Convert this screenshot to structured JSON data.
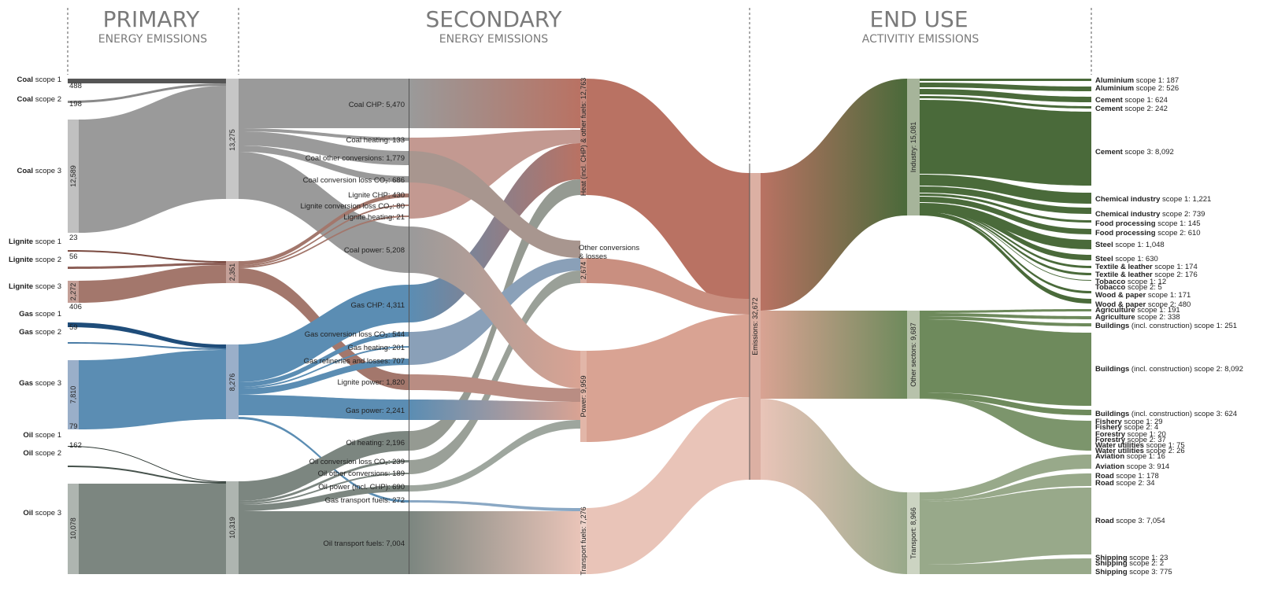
{
  "headers": {
    "primary_title": "PRIMARY",
    "primary_sub": "ENERGY EMISSIONS",
    "secondary_title": "SECONDARY",
    "secondary_sub": "ENERGY EMISSIONS",
    "enduse_title": "END USE",
    "enduse_sub": "ACTIVITIY EMISSIONS"
  },
  "primary_sources": [
    {
      "name": "Coal",
      "scope": "scope 1",
      "value": "488"
    },
    {
      "name": "Coal",
      "scope": "scope 2",
      "value": "198"
    },
    {
      "name": "Coal",
      "scope": "scope 3",
      "value": "12,589"
    },
    {
      "name": "Lignite",
      "scope": "scope 1",
      "value": "23"
    },
    {
      "name": "Lignite",
      "scope": "scope 2",
      "value": "56"
    },
    {
      "name": "Lignite",
      "scope": "scope 3",
      "value": "2,272"
    },
    {
      "name": "Gas",
      "scope": "scope 1",
      "value": "406"
    },
    {
      "name": "Gas",
      "scope": "scope 2",
      "value": "59"
    },
    {
      "name": "Gas",
      "scope": "scope 3",
      "value": "7,810"
    },
    {
      "name": "Oil",
      "scope": "scope 1",
      "value": "79"
    },
    {
      "name": "Oil",
      "scope": "scope 2",
      "value": "162"
    },
    {
      "name": "Oil",
      "scope": "scope 3",
      "value": "10,078"
    }
  ],
  "primary_totals": [
    "13,275",
    "2,351",
    "8,276",
    "10,319"
  ],
  "conversions": [
    "Coal CHP: 5,470",
    "Coal heating: 133",
    "Coal other conversions: 1,779",
    "Coal conversion loss CO₂: 686",
    "Lignite CHP: 430",
    "Lignite conversion loss CO₂: 80",
    "Lignite heating: 21",
    "Coal power: 5,208",
    "Gas CHP: 4,311",
    "Gas conversion loss CO₂: 544",
    "Gas heating: 201",
    "Gas refineries and losses: 707",
    "Lignite power: 1,820",
    "Gas power: 2,241",
    "Oil heating: 2,196",
    "Oil conversion loss CO₂: 239",
    "Oil other conversions: 189",
    "Oil power (incl. CHP): 690",
    "Gas transport fuels: 272",
    "Oil transport fuels: 7,004"
  ],
  "secondary_nodes": {
    "heat": "Heat (incl. CHP) & other fuels: 12,763",
    "other_label_line1": "Other conversions",
    "other_label_line2": "& losses",
    "other_value": "2,674",
    "power": "Power: 9,959",
    "transport_fuels": "Transport fuels: 7,276"
  },
  "emissions_node": "Emissions: 32,672",
  "enduse_nodes": {
    "industry": "Industry: 15,081",
    "other_sectors": "Other sectors: 9,687",
    "transport": "Transport: 8,966"
  },
  "end_uses": [
    {
      "name": "Aluminium",
      "rest": "scope 1: 187"
    },
    {
      "name": "Aluminium",
      "rest": "scope 2: 526"
    },
    {
      "name": "Cement",
      "rest": "scope 1: 624"
    },
    {
      "name": "Cement",
      "rest": "scope 2: 242"
    },
    {
      "name": "Cement",
      "rest": "scope 3: 8,092"
    },
    {
      "name": "Chemical industry",
      "rest": "scope 1: 1,221"
    },
    {
      "name": "Chemical industry",
      "rest": "scope 2: 739"
    },
    {
      "name": "Food processing",
      "rest": "scope 1: 145"
    },
    {
      "name": "Food processing",
      "rest": "scope 2: 610"
    },
    {
      "name": "Steel",
      "rest": "scope 1: 1,048"
    },
    {
      "name": "Steel",
      "rest": "scope 1: 630"
    },
    {
      "name": "Textile & leather",
      "rest": "scope 1: 174"
    },
    {
      "name": "Textile & leather",
      "rest": "scope 2: 176"
    },
    {
      "name": "Tobacco",
      "rest": "scope 1: 12"
    },
    {
      "name": "Tobacco",
      "rest": "scope 2: 5"
    },
    {
      "name": "Wood & paper",
      "rest": " scope 1: 171"
    },
    {
      "name": "Wood & paper",
      "rest": "scope 2: 480"
    },
    {
      "name": "Agriculture",
      "rest": "scope 1: 191"
    },
    {
      "name": "Agriculture",
      "rest": "scope 2: 338"
    },
    {
      "name": "Buildings",
      "rest": "(incl. construction) scope 1: 251"
    },
    {
      "name": "Buildings",
      "rest": "(incl. construction) scope 2: 8,092"
    },
    {
      "name": "Buildings",
      "rest": "(incl. construction) scope 3: 624"
    },
    {
      "name": "Fishery",
      "rest": "scope 1: 29"
    },
    {
      "name": "Fishery",
      "rest": "scope 2: 4"
    },
    {
      "name": "Forestry",
      "rest": "scope 1: 20"
    },
    {
      "name": "Forestry",
      "rest": "scope 2: 37"
    },
    {
      "name": "Water utilities",
      "rest": "scope 1: 75"
    },
    {
      "name": "Water utilities",
      "rest": "scope 2: 26"
    },
    {
      "name": "Aviation",
      "rest": "scope 1: 16"
    },
    {
      "name": "Aviation",
      "rest": "scope 3: 914"
    },
    {
      "name": "Road",
      "rest": "scope 1: 178"
    },
    {
      "name": "Road",
      "rest": "scope 2: 34"
    },
    {
      "name": "Road",
      "rest": "scope 3: 7,054"
    },
    {
      "name": "Shipping",
      "rest": "scope 1: 23"
    },
    {
      "name": "Shipping",
      "rest": "scope 2: 2"
    },
    {
      "name": "Shipping",
      "rest": "scope 3: 775"
    }
  ],
  "colors": {
    "coal": "#9a9a9a",
    "lignite": "#a3776c",
    "gas": "#5b8db3",
    "oil": "#7c8680",
    "heat": "#b97263",
    "other": "#c98f80",
    "power": "#d9a393",
    "transport_fuels": "#e9c4b8",
    "emissions": "#cd9484",
    "industry": "#4a6a3a",
    "other_sectors": "#6e8a5c",
    "transport": "#98a98a"
  }
}
